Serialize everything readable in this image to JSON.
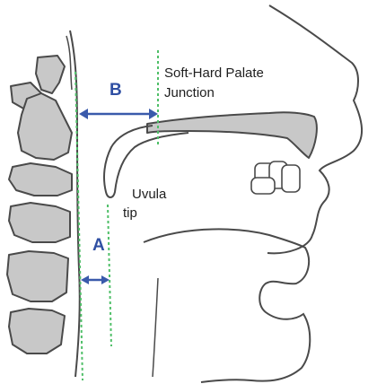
{
  "labels": {
    "palate_line1": "Soft-Hard Palate",
    "palate_line2": "Junction",
    "uvula_line1": "Uvula",
    "uvula_line2": "tip",
    "distance_a": "A",
    "distance_b": "B"
  },
  "colors": {
    "bone": "#c8c8c8",
    "outline": "#4a4a4a",
    "dotted_line": "#4fbf68",
    "arrow": "#3a5aab",
    "label_blue": "#2f4fa3"
  }
}
